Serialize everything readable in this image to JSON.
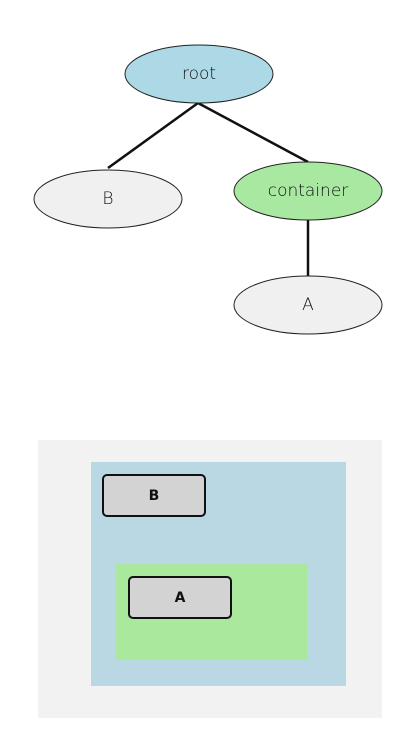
{
  "tree": {
    "nodes": {
      "root": {
        "label": "root",
        "color": "#add8e6"
      },
      "b": {
        "label": "B",
        "color": "#f0f0f0"
      },
      "container": {
        "label": "container",
        "color": "#a8e8a0"
      },
      "a": {
        "label": "A",
        "color": "#f0f0f0"
      }
    },
    "edges": [
      [
        "root",
        "b"
      ],
      [
        "root",
        "container"
      ],
      [
        "container",
        "a"
      ]
    ]
  },
  "layout_preview": {
    "background_color": "#f2f2f2",
    "root_color": "#b9d8e3",
    "container_color": "#aae89e",
    "button_b_label": "B",
    "button_a_label": "A"
  }
}
